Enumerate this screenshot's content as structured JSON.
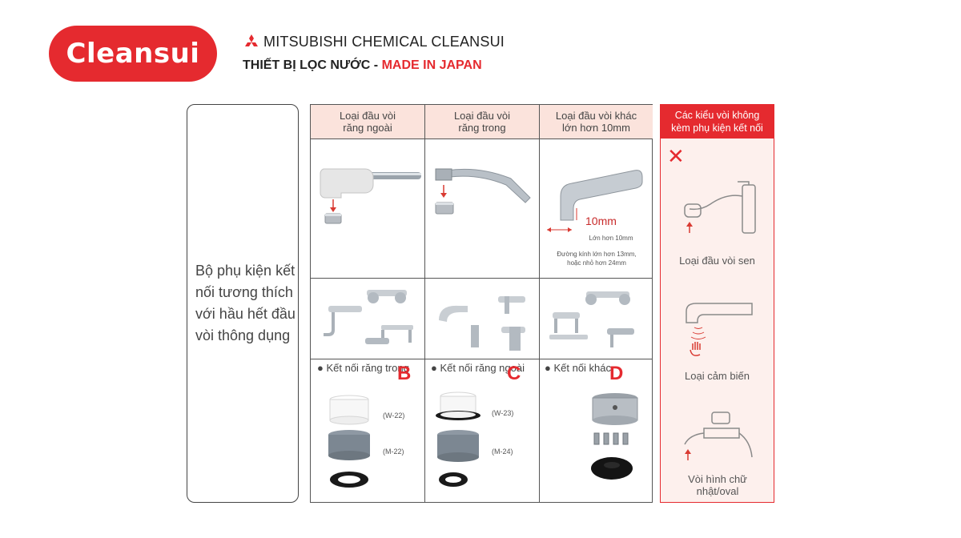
{
  "header": {
    "logo_text": "Cleansui",
    "company": "MITSUBISHI CHEMICAL CLEANSUI",
    "tagline_black": "THIẾT BỊ LỌC NƯỚC  -",
    "tagline_red": "MADE IN JAPAN"
  },
  "left_label": "Bộ phụ kiện kết nối tương thích với hầu hết đầu vòi thông dụng",
  "columns": [
    {
      "header": "Loại đầu vòi răng ngoài",
      "connector": "Kết nối răng trong",
      "letter": "B",
      "codes": [
        "(W-22)",
        "(M-22)"
      ]
    },
    {
      "header": "Loại đầu vòi răng trong",
      "connector": "Kết nối răng ngoài",
      "letter": "C",
      "codes": [
        "(W-23)",
        "(M-24)"
      ]
    },
    {
      "header": "Loại đầu vòi khác lớn hơn 10mm",
      "connector": "Kết nối khác",
      "letter": "D",
      "codes": []
    }
  ],
  "dimension": {
    "height": "10mm",
    "width_note": "Lớn hơn 10mm",
    "diameter_note_1": "Đường kính lớn hơn 13mm,",
    "diameter_note_2": "hoặc nhỏ hơn 24mm"
  },
  "right_panel": {
    "header": "Các kiểu vòi không kèm phụ kiện kết nối",
    "x_mark": "✕",
    "items": [
      "Loại đầu vòi sen",
      "Loại cảm biến",
      "Vòi hình chữ nhật/oval"
    ]
  },
  "colors": {
    "accent": "#e52a2f",
    "header_bg": "#fbe3dc",
    "panel_bg": "#fdf0ed"
  }
}
